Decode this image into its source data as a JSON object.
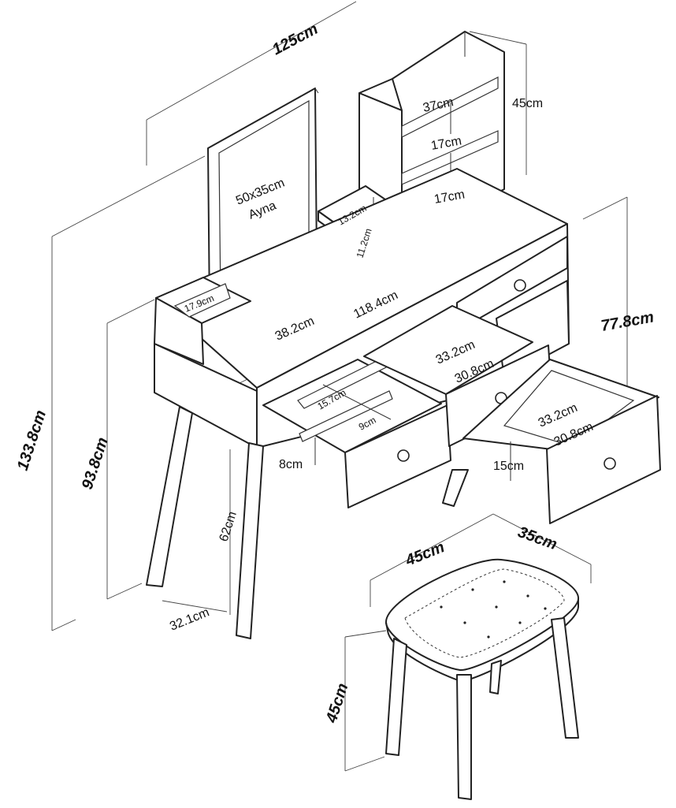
{
  "title": "",
  "labels": {
    "total_width": "125cm",
    "total_height": "133.8cm",
    "table_height_with_side": "93.8cm",
    "leg_height": "62cm",
    "leg_gap": "32.1cm",
    "desk_height": "77.8cm",
    "shelf_height": "45cm",
    "shelf_width": "37cm",
    "shelf_gap_top": "17cm",
    "shelf_gap_bottom": "17cm",
    "mirror_size": "50x35cm",
    "mirror_name": "Ayna",
    "small_shelf_depth": "13.2cm",
    "small_shelf_height": "11.2cm",
    "side_box": "17.9cm",
    "depth": "38.2cm",
    "top_width": "118.4cm",
    "drawer_outer_width": "33.2cm",
    "drawer_inner_width": "30.8cm",
    "drawer_right_outer": "33.2cm",
    "drawer_right_inner": "30.8cm",
    "divider_depth": "15.7cm",
    "divider_width": "9cm",
    "drawer_left_height": "8cm",
    "drawer_right_height": "15cm",
    "stool_width": "45cm",
    "stool_depth": "35cm",
    "stool_height": "45cm"
  }
}
